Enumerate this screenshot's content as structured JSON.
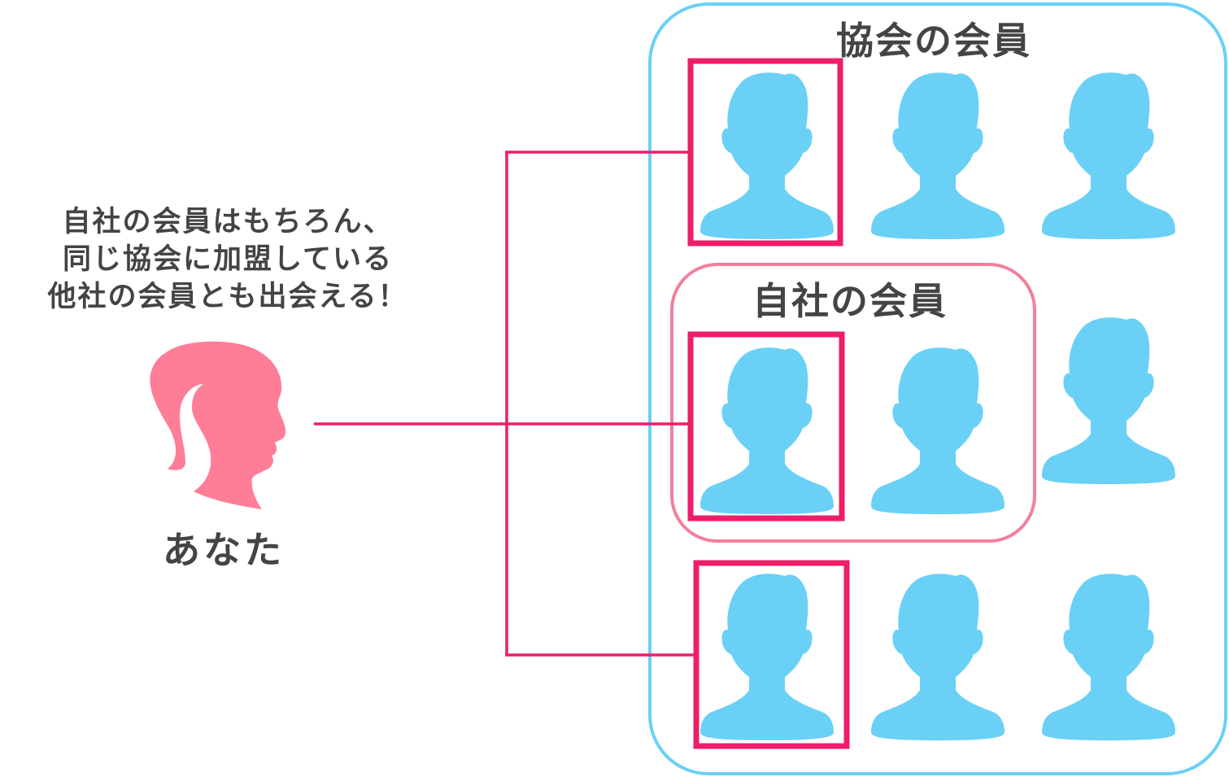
{
  "caption": {
    "lines": [
      "自社の会員はもちろん、",
      "同じ協会に加盟している",
      "他社の会員とも出会える！"
    ]
  },
  "you": {
    "label": "あなた",
    "icon": "woman-silhouette-icon",
    "color": "#ff7e97"
  },
  "association_group": {
    "title": "協会の会員",
    "border_color": "#6ad0f6"
  },
  "company_group": {
    "title": "自社の会員",
    "border_color": "#f2809b"
  },
  "member_icon": {
    "name": "person-icon",
    "color": "#6ad0f6"
  },
  "connector_color": "#ee1d6a"
}
